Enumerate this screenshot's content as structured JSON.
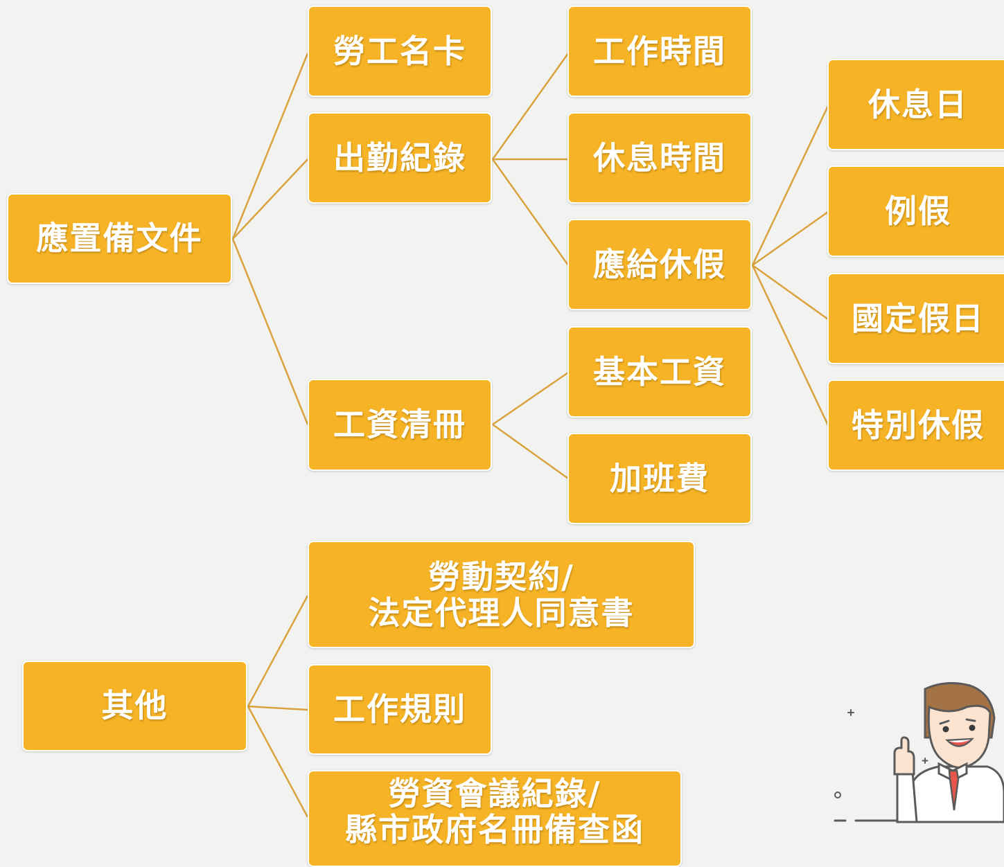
{
  "nodes": {
    "root_docs": "應置備文件",
    "labor_card": "勞工名卡",
    "attendance": "出勤紀錄",
    "wage_register": "工資清冊",
    "work_hours": "工作時間",
    "rest_hours": "休息時間",
    "leave": "應給休假",
    "basic_wage": "基本工資",
    "overtime_pay": "加班費",
    "rest_day": "休息日",
    "regular_leave": "例假",
    "national_holiday": "國定假日",
    "special_leave": "特別休假",
    "root_other": "其他",
    "contract_line1": "勞動契約/",
    "contract_line2": "法定代理人同意書",
    "work_rules": "工作規則",
    "meeting_line1": "勞資會議紀錄/",
    "meeting_line2": "縣市政府名冊備查函"
  },
  "colors": {
    "node_fill": "#f5b325",
    "connector": "#d9a23c",
    "background": "#f2f2f0"
  },
  "illustration": "businessman-pointing-up-icon"
}
